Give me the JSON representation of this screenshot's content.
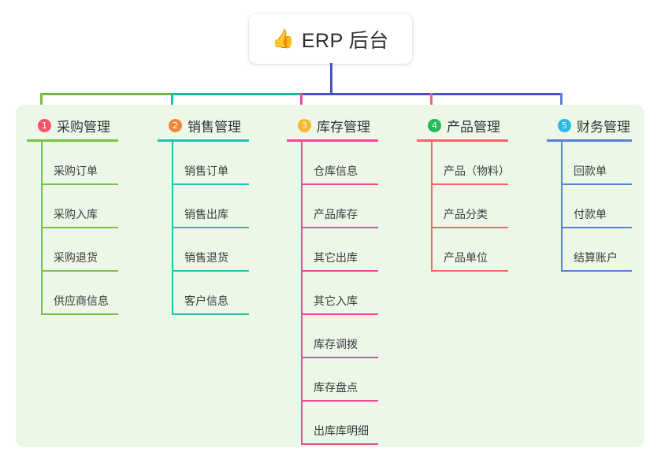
{
  "root": {
    "icon": "thumbs-up-icon",
    "emoji": "👍",
    "title": "ERP 后台"
  },
  "colors": {
    "panel_background": "#edf7e7",
    "page_background": "#ffffff",
    "stem": "#4a52c4",
    "connector_left": "#72b845",
    "connector_mid": "#17b9a0",
    "connector_right": "#4a52c4",
    "text": "#3b3b3b"
  },
  "branches": [
    {
      "index": "1",
      "title": "采购管理",
      "badge_color": "#f5556a",
      "line_color": "#7ac043",
      "items": [
        "采购订单",
        "采购入库",
        "采购退货",
        "供应商信息"
      ]
    },
    {
      "index": "2",
      "title": "销售管理",
      "badge_color": "#f0883c",
      "line_color": "#24c0ae",
      "items": [
        "销售订单",
        "销售出库",
        "销售退货",
        "客户信息"
      ]
    },
    {
      "index": "3",
      "title": "库存管理",
      "badge_color": "#f5b82e",
      "line_color": "#ec4899",
      "items": [
        "仓库信息",
        "产品库存",
        "其它出库",
        "其它入库",
        "库存调拨",
        "库存盘点",
        "出库库明细"
      ]
    },
    {
      "index": "4",
      "title": "产品管理",
      "badge_color": "#22bb55",
      "line_color": "#f4666a",
      "items": [
        "产品（物料）",
        "产品分类",
        "产品单位"
      ]
    },
    {
      "index": "5",
      "title": "财务管理",
      "badge_color": "#2eb8e6",
      "line_color": "#5b7fd4",
      "items": [
        "回款单",
        "付款单",
        "结算账户"
      ]
    }
  ]
}
